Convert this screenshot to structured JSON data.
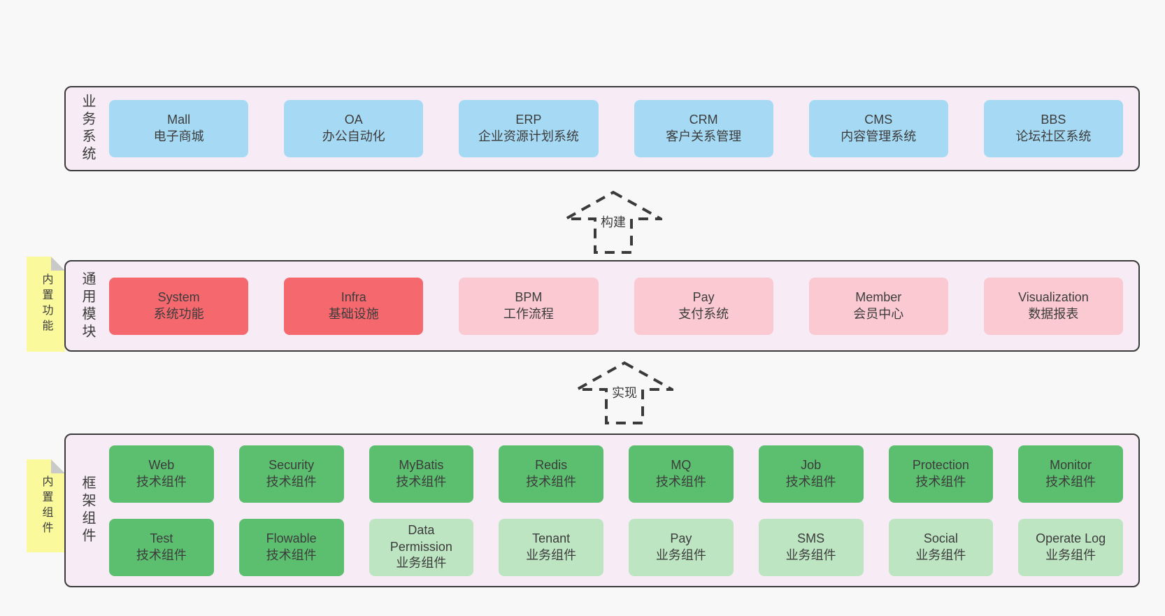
{
  "colors": {
    "page_background": "#f8f8f8",
    "band_background": "#f7ecf5",
    "band_border": "#3a3a3a",
    "box_blue": "#a6daf4",
    "box_red": "#f4686e",
    "box_pink": "#fbc9d2",
    "box_green": "#5cbf70",
    "box_green_light": "#bde5c2",
    "note_yellow": "#fafa9c",
    "note_fold_gray": "#c9c9c9",
    "text": "#3b3b3b"
  },
  "arrows": [
    {
      "label": "构建"
    },
    {
      "label": "实现"
    }
  ],
  "sections": [
    {
      "label": "业务系统",
      "note": "",
      "rows": [
        [
          {
            "name": "Mall",
            "desc": "电子商城",
            "variant": "blue"
          },
          {
            "name": "OA",
            "desc": "办公自动化",
            "variant": "blue"
          },
          {
            "name": "ERP",
            "desc": "企业资源计划系统",
            "variant": "blue"
          },
          {
            "name": "CRM",
            "desc": "客户关系管理",
            "variant": "blue"
          },
          {
            "name": "CMS",
            "desc": "内容管理系统",
            "variant": "blue"
          },
          {
            "name": "BBS",
            "desc": "论坛社区系统",
            "variant": "blue"
          }
        ]
      ]
    },
    {
      "label": "通用模块",
      "note": "内置功能",
      "rows": [
        [
          {
            "name": "System",
            "desc": "系统功能",
            "variant": "red"
          },
          {
            "name": "Infra",
            "desc": "基础设施",
            "variant": "red"
          },
          {
            "name": "BPM",
            "desc": "工作流程",
            "variant": "pink"
          },
          {
            "name": "Pay",
            "desc": "支付系统",
            "variant": "pink"
          },
          {
            "name": "Member",
            "desc": "会员中心",
            "variant": "pink"
          },
          {
            "name": "Visualization",
            "desc": "数据报表",
            "variant": "pink"
          }
        ]
      ]
    },
    {
      "label": "框架组件",
      "note": "内置组件",
      "rows": [
        [
          {
            "name": "Web",
            "desc": "技术组件",
            "variant": "green"
          },
          {
            "name": "Security",
            "desc": "技术组件",
            "variant": "green"
          },
          {
            "name": "MyBatis",
            "desc": "技术组件",
            "variant": "green"
          },
          {
            "name": "Redis",
            "desc": "技术组件",
            "variant": "green"
          },
          {
            "name": "MQ",
            "desc": "技术组件",
            "variant": "green"
          },
          {
            "name": "Job",
            "desc": "技术组件",
            "variant": "green"
          },
          {
            "name": "Protection",
            "desc": "技术组件",
            "variant": "green"
          },
          {
            "name": "Monitor",
            "desc": "技术组件",
            "variant": "green"
          }
        ],
        [
          {
            "name": "Test",
            "desc": "技术组件",
            "variant": "green"
          },
          {
            "name": "Flowable",
            "desc": "技术组件",
            "variant": "green"
          },
          {
            "name": "Data Permission",
            "desc": "业务组件",
            "variant": "green-light"
          },
          {
            "name": "Tenant",
            "desc": "业务组件",
            "variant": "green-light"
          },
          {
            "name": "Pay",
            "desc": "业务组件",
            "variant": "green-light"
          },
          {
            "name": "SMS",
            "desc": "业务组件",
            "variant": "green-light"
          },
          {
            "name": "Social",
            "desc": "业务组件",
            "variant": "green-light"
          },
          {
            "name": "Operate Log",
            "desc": "业务组件",
            "variant": "green-light"
          }
        ]
      ]
    }
  ]
}
